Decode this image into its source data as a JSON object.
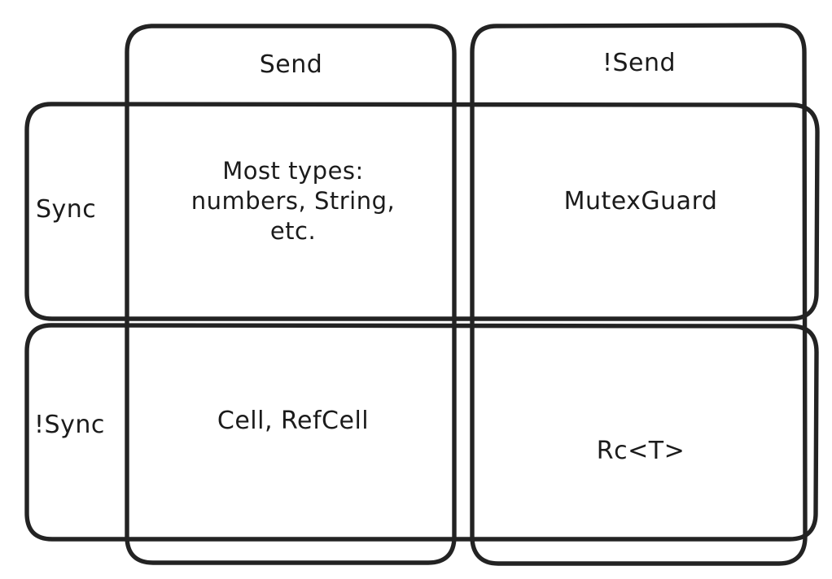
{
  "diagram": {
    "type": "matrix-venn",
    "stroke_color": "#232323",
    "background_color": "#ffffff",
    "columns": [
      {
        "id": "send",
        "label": "Send"
      },
      {
        "id": "not_send",
        "label": "!Send"
      }
    ],
    "rows": [
      {
        "id": "sync",
        "label": "Sync"
      },
      {
        "id": "not_sync",
        "label": "!Sync"
      }
    ],
    "cells": {
      "send_sync": "Most types:\nnumbers, String,\netc.",
      "not_send_sync": "MutexGuard",
      "send_not_sync": "Cell, RefCell",
      "not_send_not_sync": "Rc<T>"
    }
  }
}
